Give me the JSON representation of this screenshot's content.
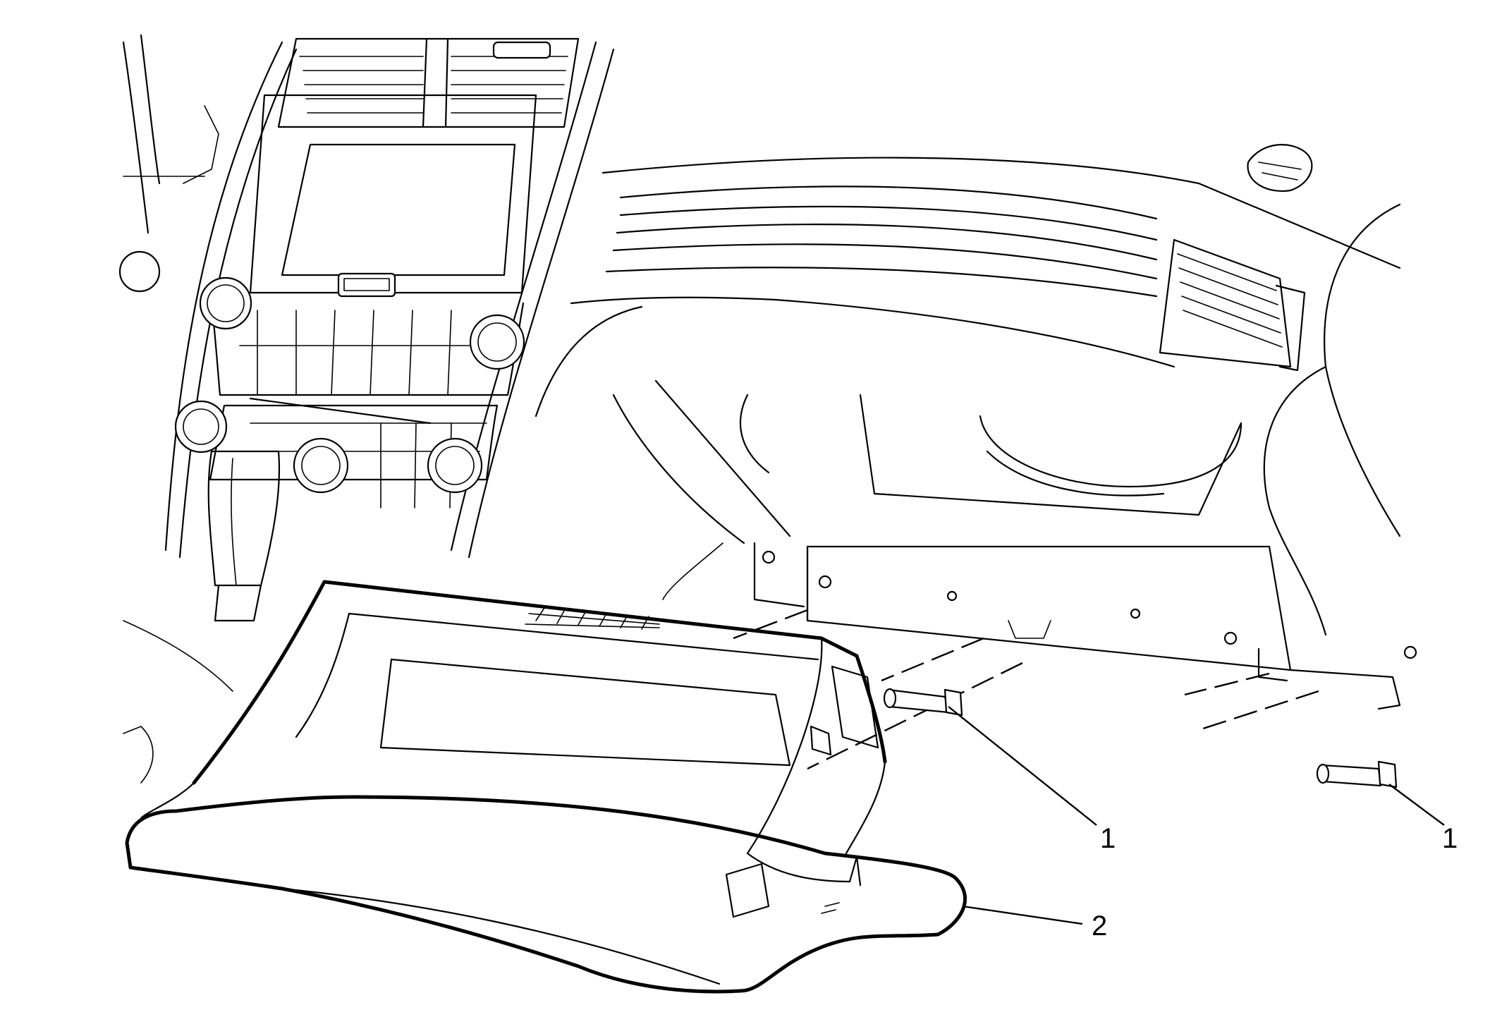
{
  "callouts": [
    {
      "id": "pin-left",
      "label": "1"
    },
    {
      "id": "pin-right",
      "label": "1"
    },
    {
      "id": "glove-box",
      "label": "2"
    }
  ]
}
